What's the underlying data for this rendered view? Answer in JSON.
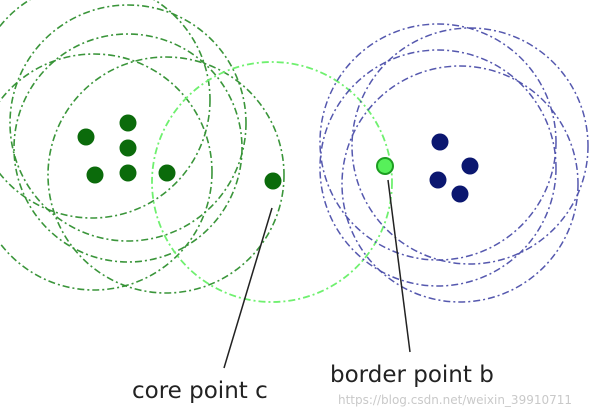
{
  "labels": {
    "core_point": "core point c",
    "border_point": "border point b"
  },
  "watermark": "https://blog.csdn.net/weixin_39910711",
  "colors": {
    "core_cluster_circles": "#2f8f2f",
    "core_point_circle": "#6ff06f",
    "border_cluster_circles": "#4c4faa",
    "green_points": "#0b6b0b",
    "blue_points": "#0b1770",
    "border_point": "#57f05a"
  }
}
